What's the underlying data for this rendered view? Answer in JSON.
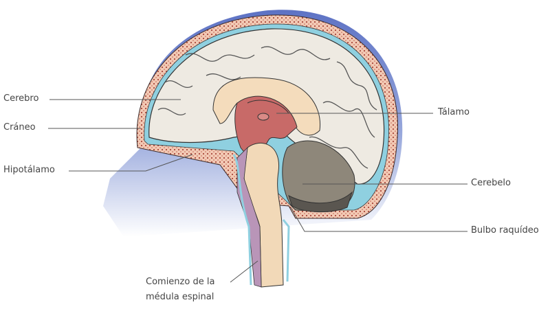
{
  "diagram": {
    "labels": {
      "cerebro": "Cerebro",
      "craneo": "Cráneo",
      "hipotalamo": "Hipotálamo",
      "talamo": "Tálamo",
      "cerebelo": "Cerebelo",
      "bulbo": "Bulbo raquídeo",
      "medula_line1": "Comienzo de la",
      "medula_line2": "médula espinal"
    },
    "colors": {
      "head": "#6a7ec8",
      "skull": "#f2c9b4",
      "skull_dots": "#a8463a",
      "meninges": "#8fd0e0",
      "cerebrum": "#eeeae2",
      "corpus": "#f4dcbc",
      "thalamus": "#c86a68",
      "cerebellum": "#8e877a",
      "brainstem": "#f2d9b8",
      "csf": "#b995b8",
      "line": "#555555"
    }
  }
}
